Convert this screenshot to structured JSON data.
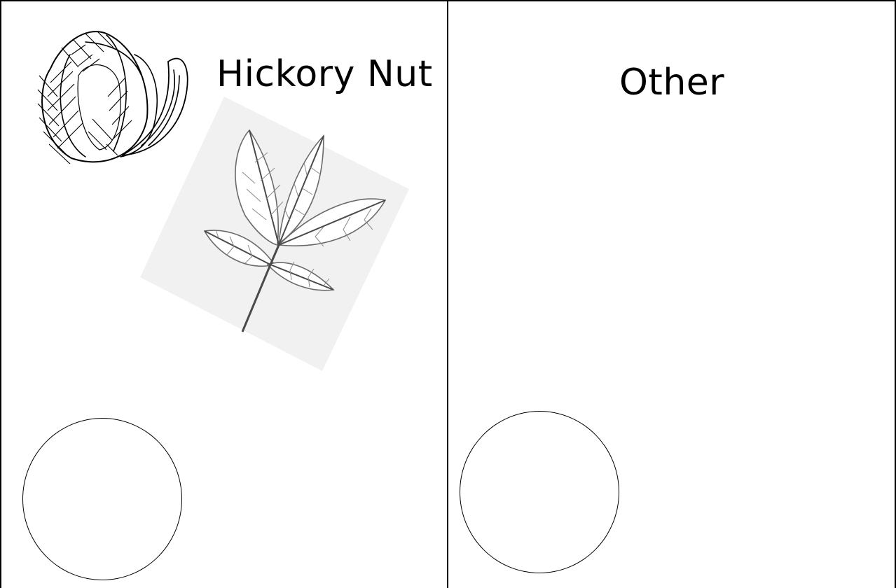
{
  "panels": [
    {
      "title": "Hickory Nut",
      "images": [
        "hickory-nut-icon",
        "hickory-leaf-icon"
      ],
      "answer_circle": "empty-circle"
    },
    {
      "title": "Other",
      "answer_circle": "empty-circle"
    }
  ],
  "colors": {
    "ink": "#000000",
    "paper": "#ffffff",
    "leaf_shadow": "#f1f1f1"
  }
}
